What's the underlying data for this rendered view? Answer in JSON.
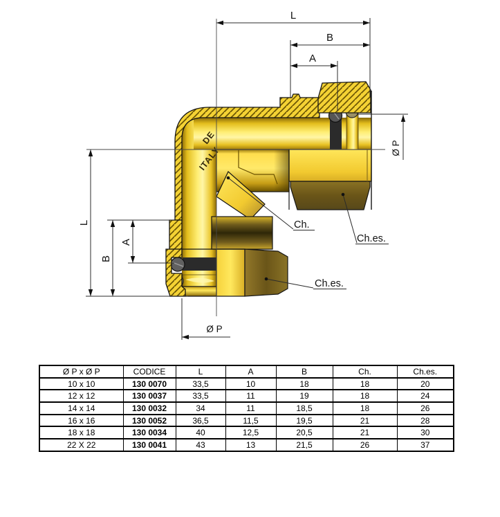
{
  "drawing": {
    "dim_labels": {
      "top_l": "L",
      "top_b": "B",
      "top_a": "A",
      "left_l": "L",
      "left_b": "B",
      "left_a": "A",
      "right_diameter": "Ø P",
      "bottom_diameter": "Ø P"
    },
    "leader_labels": {
      "ch": "Ch.",
      "ch_es_right": "Ch.es.",
      "ch_es_bottom": "Ch.es."
    },
    "engraving": {
      "fragment": "DE",
      "country": "ITALY"
    },
    "colors": {
      "brass_bright": "#ffee74",
      "brass_mid": "#f4d234",
      "brass_dark": "#7a5c00",
      "hatch_line": "#6b5504",
      "o_ring": "#2b2b2b",
      "olive_gray": "#9a9066",
      "outline": "#151515",
      "dimension_line": "#2b2b2b"
    }
  },
  "table": {
    "headers": [
      "Ø P x Ø P",
      "CODICE",
      "L",
      "A",
      "B",
      "Ch.",
      "Ch.es."
    ],
    "rows": [
      [
        "10 x 10",
        "130 0070",
        "33,5",
        "10",
        "18",
        "18",
        "20"
      ],
      [
        "12 x 12",
        "130 0037",
        "33,5",
        "11",
        "19",
        "18",
        "24"
      ],
      [
        "14 x 14",
        "130 0032",
        "34",
        "11",
        "18,5",
        "18",
        "26"
      ],
      [
        "16 x 16",
        "130 0052",
        "36,5",
        "11,5",
        "19,5",
        "21",
        "28"
      ],
      [
        "18 x 18",
        "130 0034",
        "40",
        "12,5",
        "20,5",
        "21",
        "30"
      ],
      [
        "22 X 22",
        "130 0041",
        "43",
        "13",
        "21,5",
        "26",
        "37"
      ]
    ]
  }
}
